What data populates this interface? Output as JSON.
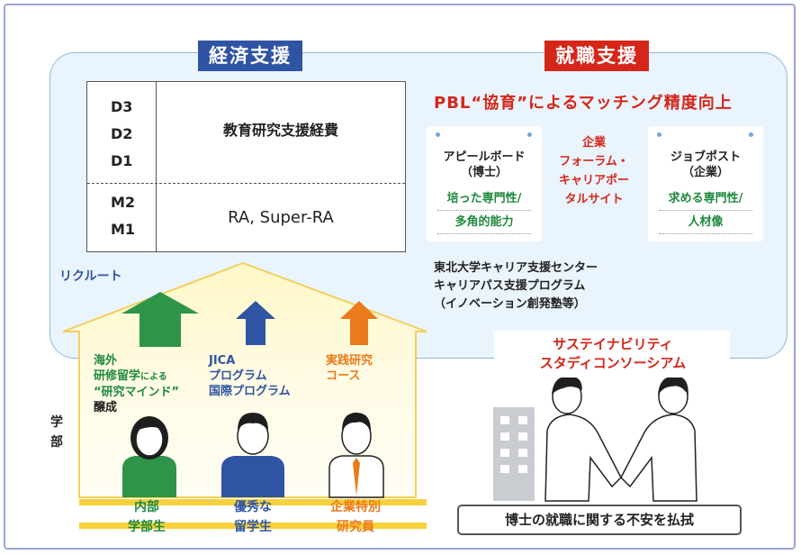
{
  "headers": {
    "economic": "経済支援",
    "employment": "就職支援"
  },
  "table": {
    "doctor_levels": [
      "D3",
      "D2",
      "D1"
    ],
    "master_levels": [
      "M2",
      "M1"
    ],
    "doctor_support": "教育研究支援経費",
    "master_support": "RA, Super-RA"
  },
  "pbl": {
    "title": "PBL“協育”によるマッチング精度向上",
    "left_card": {
      "title_lines": [
        "アピールボード",
        "（博士）"
      ],
      "items": [
        "培った専門性/",
        "多角的能力"
      ]
    },
    "middle": [
      "企業",
      "フォーラム・",
      "キャリアポー",
      "タルサイト"
    ],
    "right_card": {
      "title_lines": [
        "ジョブポスト",
        "（企業）"
      ],
      "items": [
        "求める専門性/",
        "人材像"
      ]
    }
  },
  "career_center": [
    "東北大学キャリア支援センター",
    "キャリアパス支援プログラム",
    "（イノベーション創発塾等）"
  ],
  "recruit": "リクルート",
  "house": {
    "left": {
      "line1": "海外",
      "line2a": "研修留学",
      "line2b": "による",
      "line3": "“研究マインド”",
      "line4": "醸成"
    },
    "center": [
      "JICA",
      "プログラム",
      "国際プログラム"
    ],
    "right": [
      "実践研究",
      "コース"
    ]
  },
  "gakubu": "学部",
  "bottom_labels": {
    "left": [
      "内部",
      "学部生"
    ],
    "center": [
      "優秀な",
      "留学生"
    ],
    "right": [
      "企業特別",
      "研究員"
    ]
  },
  "consortium": [
    "サステイナビリティ",
    "スタディコンソーシアム"
  ],
  "anxiety": "博士の就職に関する不安を払拭",
  "colors": {
    "blue": "#2f54a3",
    "red": "#d5261a",
    "green": "#1f8a3d",
    "orange": "#ea7a1b",
    "yellow": "#f7d13a",
    "panel": "#eaf4fc"
  }
}
